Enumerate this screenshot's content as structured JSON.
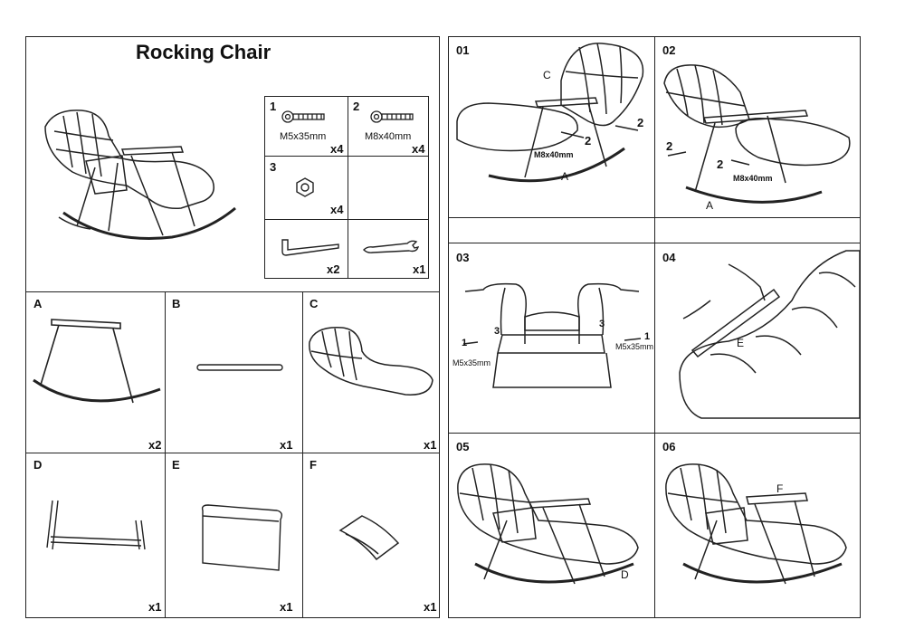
{
  "title": "Rocking Chair",
  "hardware": [
    {
      "num": "1",
      "label": "M5x35mm",
      "qty": "x4",
      "icon": "bolt-icon"
    },
    {
      "num": "2",
      "label": "M8x40mm",
      "qty": "x4",
      "icon": "bolt-icon"
    },
    {
      "num": "3",
      "label": "",
      "qty": "x4",
      "icon": "nut-icon"
    },
    {
      "num": "",
      "label": "",
      "qty": "",
      "icon": "empty"
    },
    {
      "num": "",
      "label": "",
      "qty": "x2",
      "icon": "allen-key-icon"
    },
    {
      "num": "",
      "label": "",
      "qty": "x1",
      "icon": "wrench-icon"
    }
  ],
  "parts": [
    {
      "letter": "A",
      "qty": "x2"
    },
    {
      "letter": "B",
      "qty": "x1"
    },
    {
      "letter": "C",
      "qty": "x1"
    },
    {
      "letter": "D",
      "qty": "x1"
    },
    {
      "letter": "E",
      "qty": "x1"
    },
    {
      "letter": "F",
      "qty": "x1"
    }
  ],
  "steps": [
    {
      "num": "01",
      "labels": [
        "C",
        "2",
        "2",
        "M8x40mm",
        "A"
      ]
    },
    {
      "num": "02",
      "labels": [
        "2",
        "2",
        "M8x40mm",
        "A"
      ]
    },
    {
      "num": "03",
      "labels": [
        "3",
        "3",
        "1",
        "M5x35mm",
        "1",
        "M5x35mm"
      ]
    },
    {
      "num": "04",
      "labels": [
        "E"
      ]
    },
    {
      "num": "05",
      "labels": [
        "D"
      ]
    },
    {
      "num": "06",
      "labels": [
        "F"
      ]
    }
  ]
}
